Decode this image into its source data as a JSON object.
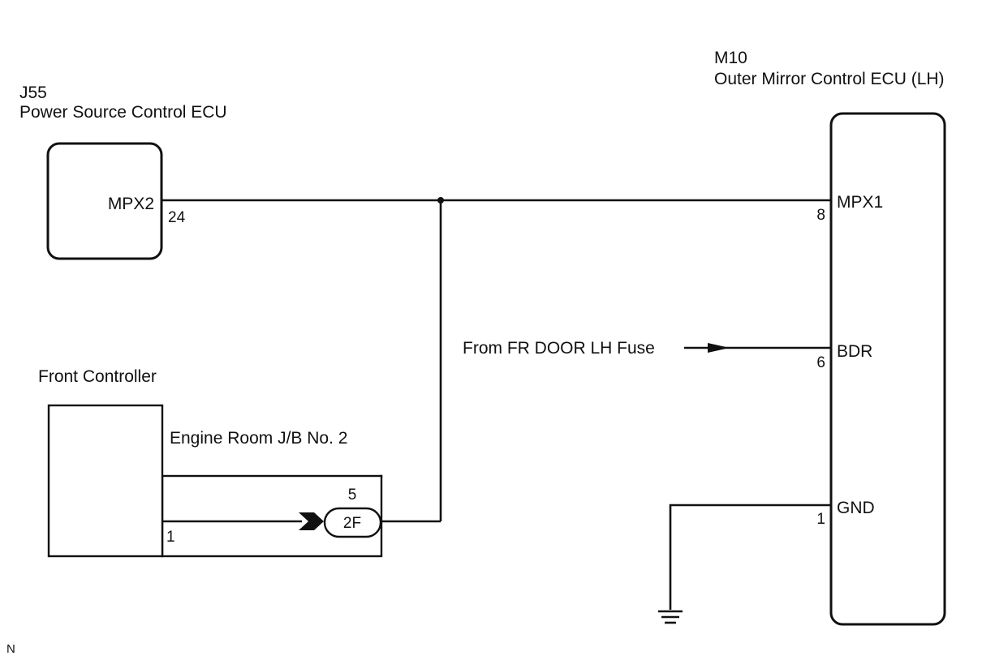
{
  "j55": {
    "code": "J55",
    "name": "Power Source Control ECU",
    "terminal_label": "MPX2",
    "terminal_pin": "24"
  },
  "m10": {
    "code": "M10",
    "name": "Outer Mirror Control ECU (LH)",
    "terminals": [
      {
        "label": "MPX1",
        "pin": "8"
      },
      {
        "label": "BDR",
        "pin": "6"
      },
      {
        "label": "GND",
        "pin": "1"
      }
    ]
  },
  "front_controller": {
    "name": "Front Controller",
    "pin": "1"
  },
  "junction_block": {
    "name": "Engine Room J/B No. 2",
    "connector": "2F",
    "pin": "5"
  },
  "fuse_source": {
    "text": "From FR DOOR LH Fuse"
  },
  "corner_mark": "N",
  "colors": {
    "line": "#111111",
    "background": "#ffffff"
  }
}
